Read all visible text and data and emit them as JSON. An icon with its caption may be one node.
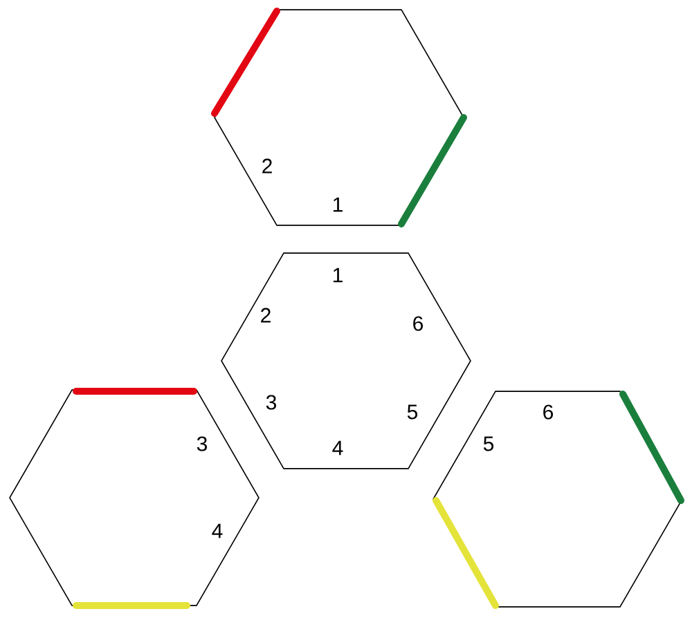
{
  "diagram": {
    "nodes": [
      {
        "text": [
          "2",
          "1"
        ]
      },
      {
        "text": [
          "1",
          "2",
          "6",
          "3",
          "5",
          "4"
        ]
      },
      {
        "text": [
          "3",
          "4"
        ]
      },
      {
        "text": [
          "6",
          "5"
        ]
      }
    ]
  }
}
